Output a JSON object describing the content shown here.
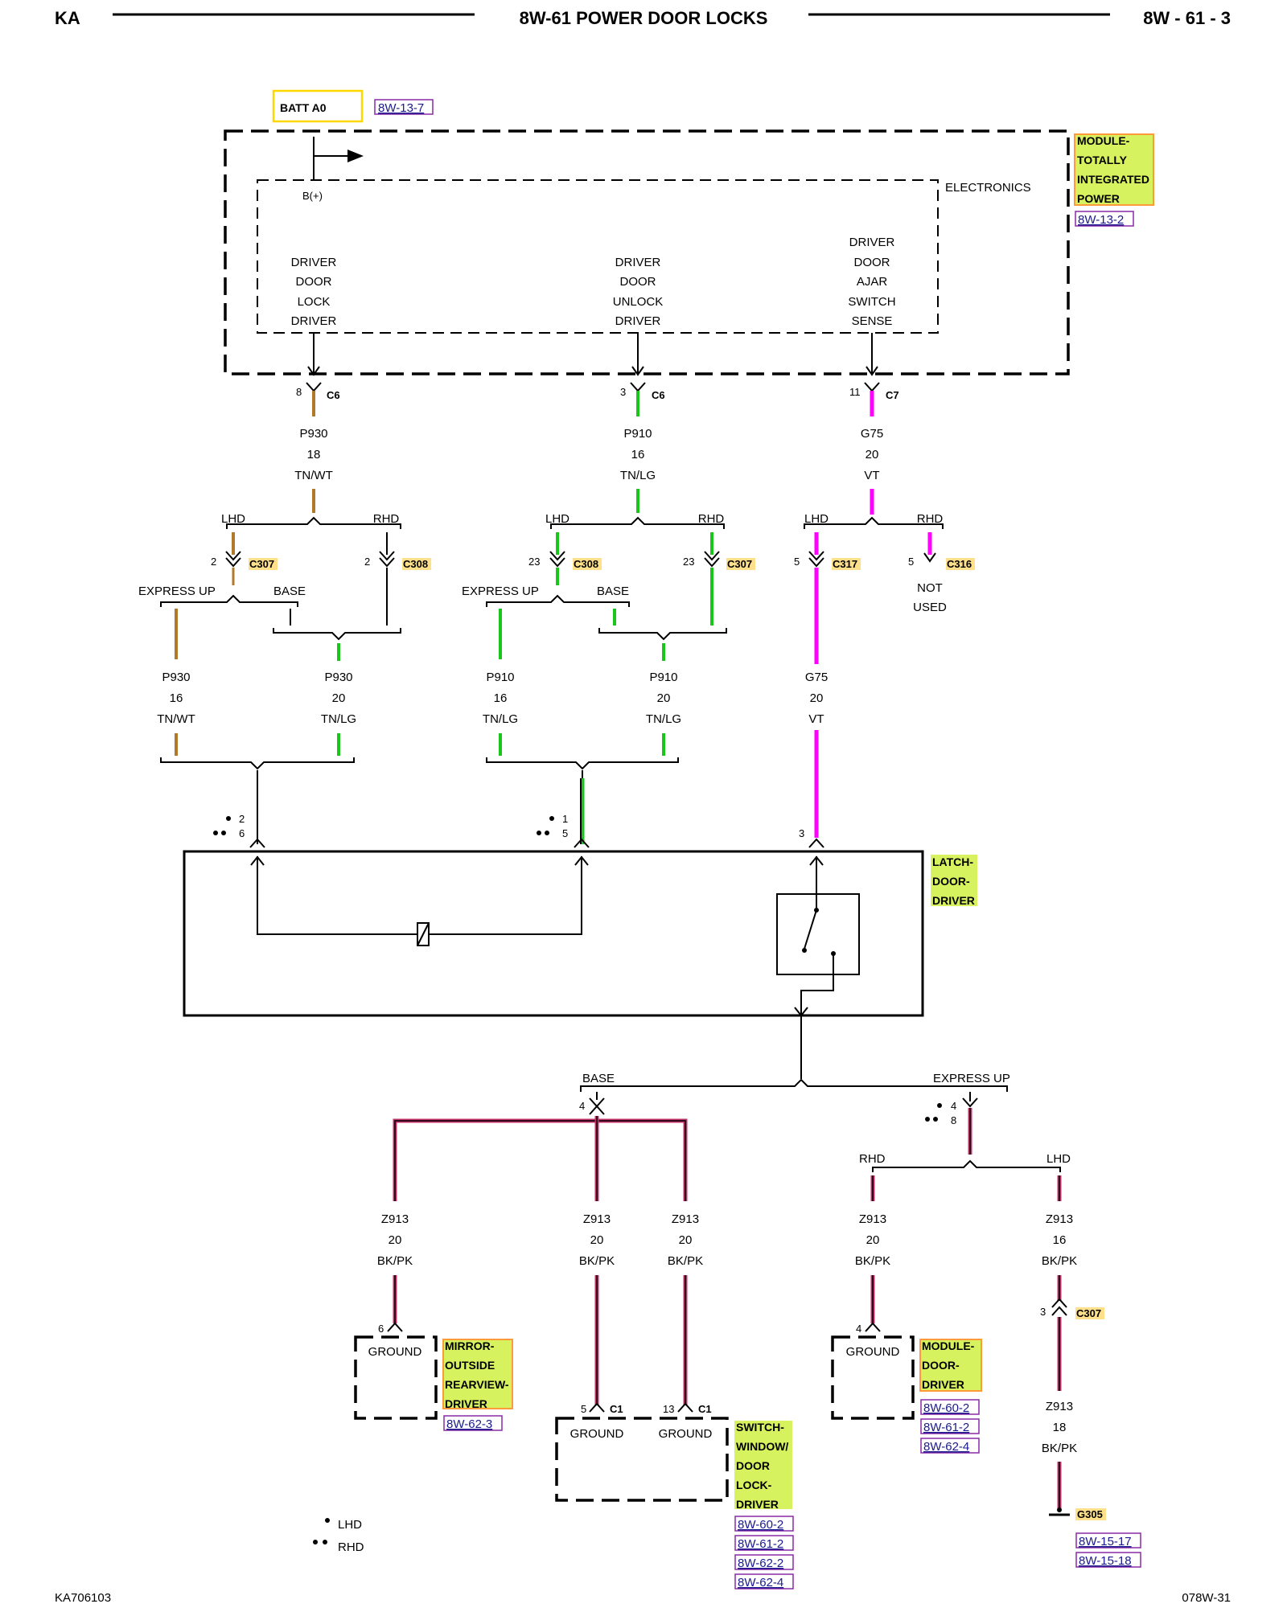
{
  "header": {
    "left": "KA",
    "title": "8W-61 POWER DOOR LOCKS",
    "right": "8W - 61 - 3"
  },
  "footer": {
    "left": "KA706103",
    "right": "078W-31"
  },
  "batt": {
    "label": "BATT A0",
    "ref": "8W-13-7"
  },
  "tipm": {
    "line1": "MODULE-",
    "line2": "TOTALLY",
    "line3": "INTEGRATED",
    "line4": "POWER",
    "ref": "8W-13-2",
    "electronics": "ELECTRONICS",
    "bplus": "B(+)"
  },
  "drivers": [
    {
      "lines": [
        "DRIVER",
        "DOOR",
        "LOCK",
        "DRIVER"
      ]
    },
    {
      "lines": [
        "DRIVER",
        "DOOR",
        "UNLOCK",
        "DRIVER"
      ]
    },
    {
      "lines": [
        "DRIVER",
        "DOOR",
        "AJAR",
        "SWITCH",
        "SENSE"
      ]
    }
  ],
  "module_pins": [
    {
      "pin": "8",
      "conn": "C6"
    },
    {
      "pin": "3",
      "conn": "C6"
    },
    {
      "pin": "11",
      "conn": "C7"
    }
  ],
  "wires_top": [
    {
      "circuit": "P930",
      "gauge": "18",
      "color": "TN/WT"
    },
    {
      "circuit": "P910",
      "gauge": "16",
      "color": "TN/LG"
    },
    {
      "circuit": "G75",
      "gauge": "20",
      "color": "VT"
    }
  ],
  "splits": {
    "lhd": "LHD",
    "rhd": "RHD",
    "express_up": "EXPRESS UP",
    "base": "BASE",
    "not_used": [
      "NOT",
      "USED"
    ]
  },
  "inline_conns": [
    {
      "pin": "2",
      "conn": "C307"
    },
    {
      "pin": "2",
      "conn": "C308"
    },
    {
      "pin": "23",
      "conn": "C308"
    },
    {
      "pin": "23",
      "conn": "C307"
    },
    {
      "pin": "5",
      "conn": "C317"
    },
    {
      "pin": "5",
      "conn": "C316"
    }
  ],
  "wires_mid": [
    {
      "circuit": "P930",
      "gauge": "16",
      "color": "TN/WT"
    },
    {
      "circuit": "P930",
      "gauge": "20",
      "color": "TN/LG"
    },
    {
      "circuit": "P910",
      "gauge": "16",
      "color": "TN/LG"
    },
    {
      "circuit": "P910",
      "gauge": "20",
      "color": "TN/LG"
    },
    {
      "circuit": "G75",
      "gauge": "20",
      "color": "VT"
    }
  ],
  "latch_pins": {
    "a1": "2",
    "a2": "6",
    "b1": "1",
    "b2": "5",
    "c": "3"
  },
  "latch": {
    "line1": "LATCH-",
    "line2": "DOOR-",
    "line3": "DRIVER"
  },
  "ground_split": {
    "base": "BASE",
    "express_up": "EXPRESS UP",
    "base_pin": "4",
    "exp_pin1": "4",
    "exp_pin2": "8",
    "rhd": "RHD",
    "lhd": "LHD"
  },
  "z913": [
    {
      "circuit": "Z913",
      "gauge": "20",
      "color": "BK/PK"
    },
    {
      "circuit": "Z913",
      "gauge": "20",
      "color": "BK/PK"
    },
    {
      "circuit": "Z913",
      "gauge": "20",
      "color": "BK/PK"
    },
    {
      "circuit": "Z913",
      "gauge": "20",
      "color": "BK/PK"
    },
    {
      "circuit": "Z913",
      "gauge": "16",
      "color": "BK/PK"
    },
    {
      "circuit": "Z913",
      "gauge": "18",
      "color": "BK/PK"
    }
  ],
  "mirror": {
    "pin": "6",
    "ground": "GROUND",
    "line1": "MIRROR-",
    "line2": "OUTSIDE",
    "line3": "REARVIEW-",
    "line4": "DRIVER",
    "ref": "8W-62-3"
  },
  "switch": {
    "pin1": "5",
    "conn1": "C1",
    "pin2": "13",
    "conn2": "C1",
    "ground": "GROUND",
    "line1": "SWITCH-",
    "line2": "WINDOW/",
    "line3": "DOOR",
    "line4": "LOCK-",
    "line5": "DRIVER",
    "refs": [
      "8W-60-2",
      "8W-61-2",
      "8W-62-2",
      "8W-62-4"
    ]
  },
  "door_module": {
    "pin": "4",
    "ground": "GROUND",
    "line1": "MODULE-",
    "line2": "DOOR-",
    "line3": "DRIVER",
    "refs": [
      "8W-60-2",
      "8W-61-2",
      "8W-62-4"
    ]
  },
  "c307_lower": {
    "pin": "3",
    "conn": "C307"
  },
  "g305": {
    "label": "G305",
    "refs": [
      "8W-15-17",
      "8W-15-18"
    ]
  },
  "legend": {
    "lhd": "LHD",
    "rhd": "RHD"
  },
  "colors": {
    "tan": "#b07a2a",
    "green": "#19c619",
    "violet": "#ff00ff",
    "blackpink": "#c0306a",
    "yellow_fill": "#d6f25e",
    "tag_border": "#ff9a3a",
    "ref_border": "#8a2aa8",
    "batt_border": "#ffd700"
  }
}
